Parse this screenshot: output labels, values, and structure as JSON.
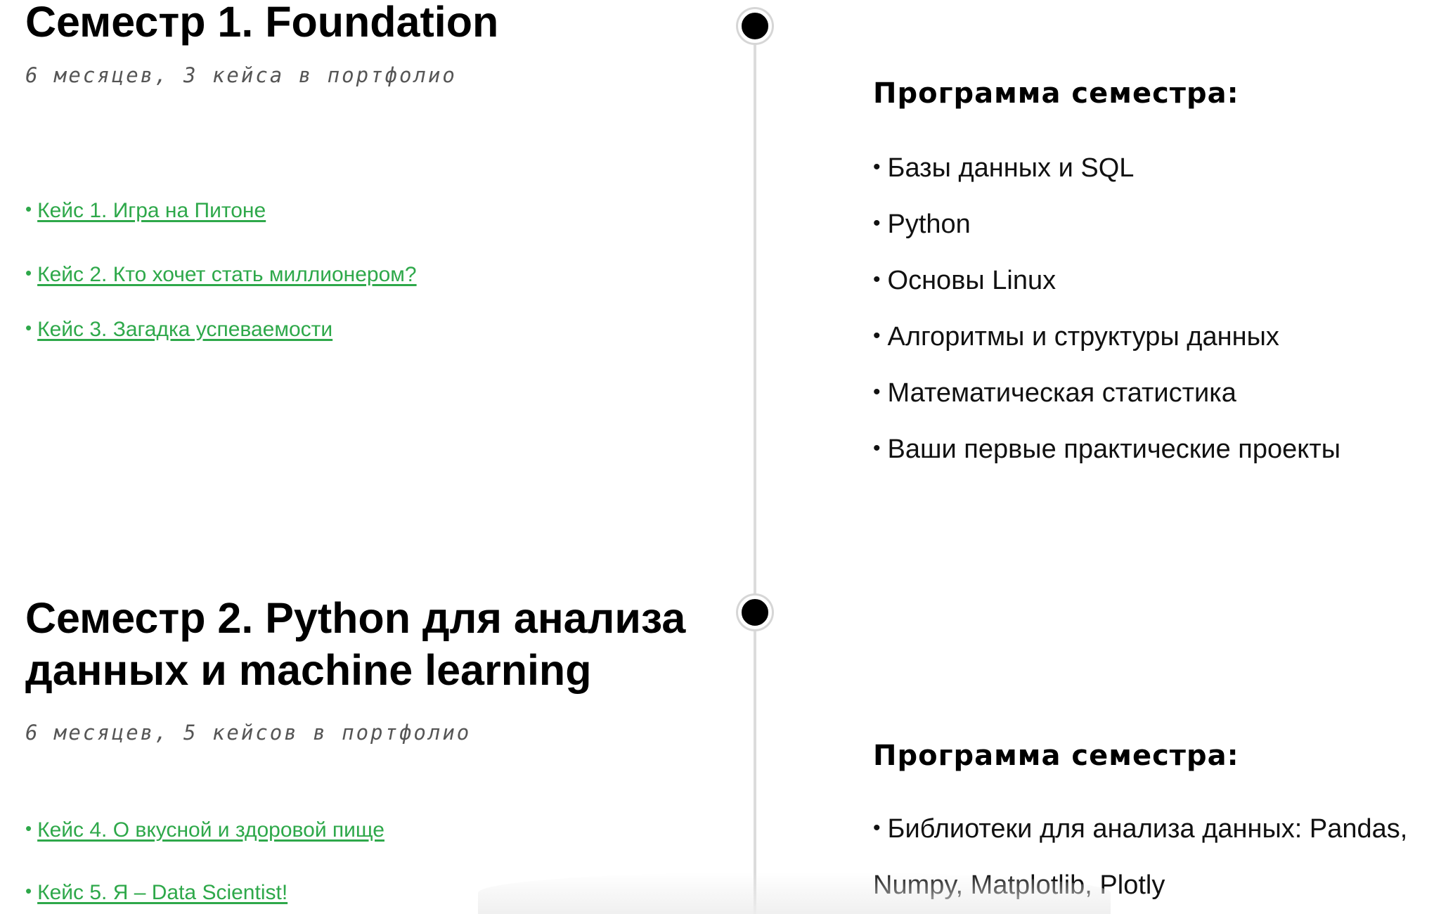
{
  "semesters": [
    {
      "title": "Семестр 1. Foundation",
      "meta": "6 месяцев, 3 кейса в портфолио",
      "cases": [
        "Кейс 1. Игра на Питоне",
        "Кейс 2. Кто хочет стать миллионером?",
        "Кейс 3. Загадка успеваемости"
      ],
      "program_heading": "Программа семестра:",
      "program_items": [
        "Базы данных и SQL",
        "Python",
        "Основы Linux",
        "Алгоритмы и структуры данных",
        "Математическая статистика",
        "Ваши первые практические проекты"
      ]
    },
    {
      "title": "Семестр 2. Python для анализа данных и machine learning",
      "meta": "6 месяцев, 5 кейсов в портфолио",
      "cases": [
        "Кейс 4. О вкусной и здоровой пище",
        "Кейс 5. Я – Data Scientist!"
      ],
      "program_heading": "Программа семестра:",
      "program_items": [
        "Библиотеки для анализа данных: Pandas, Numpy, Matplotlib, Plotly"
      ]
    }
  ],
  "bullet": "•"
}
